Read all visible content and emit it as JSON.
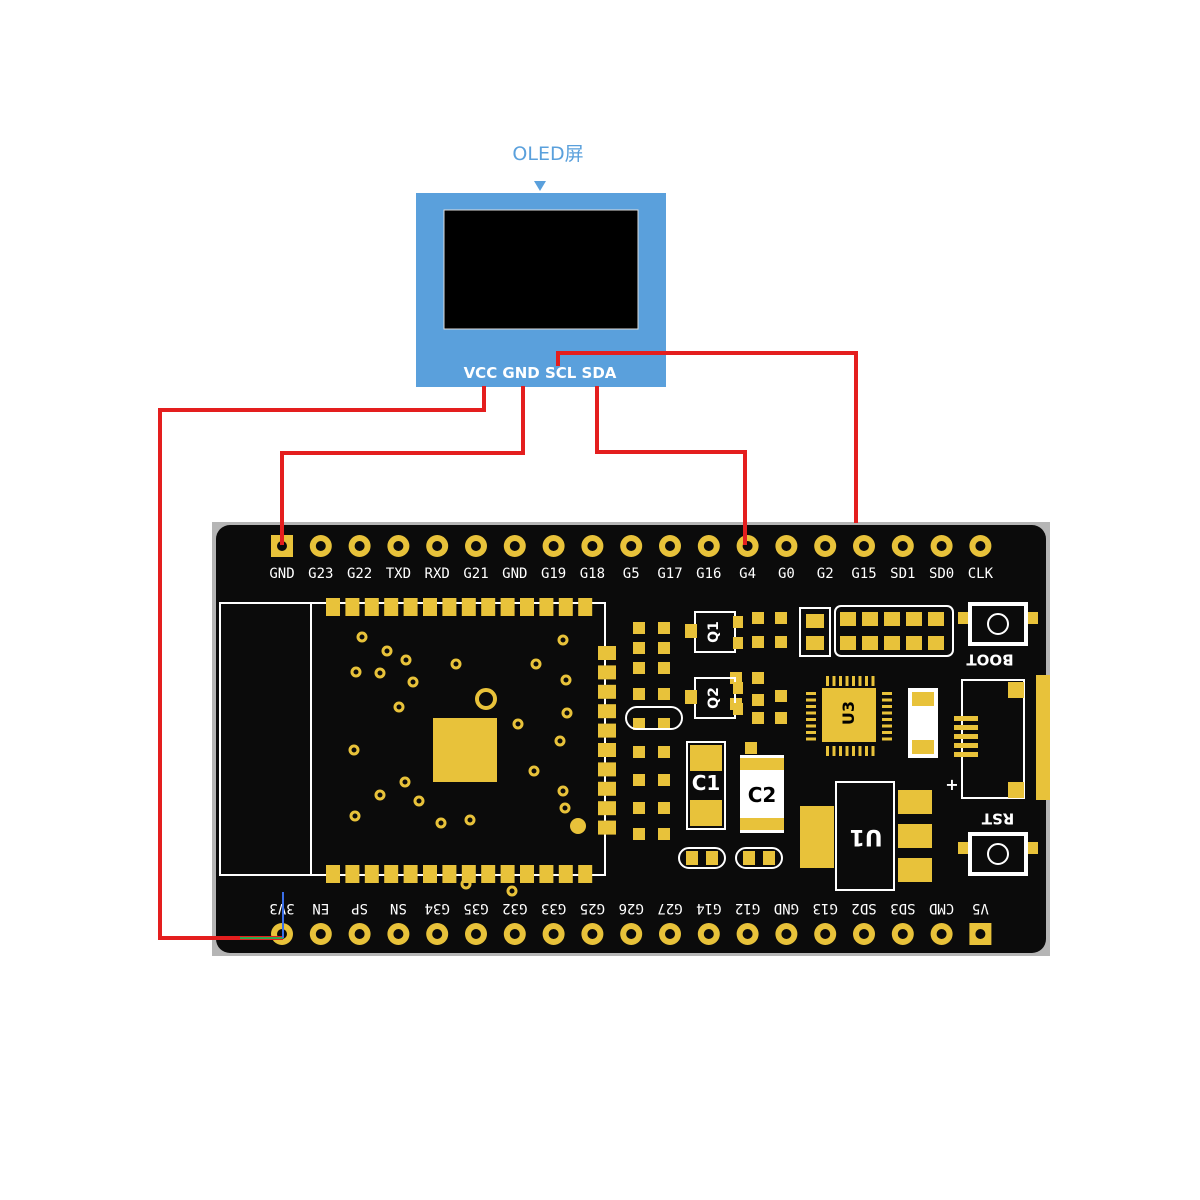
{
  "oled": {
    "title": "OLED屏",
    "pins_label": "VCC GND SCL SDA"
  },
  "board": {
    "top_pins": [
      "GND",
      "G23",
      "G22",
      "TXD",
      "RXD",
      "G21",
      "GND",
      "G19",
      "G18",
      "G5",
      "G17",
      "G16",
      "G4",
      "G0",
      "G2",
      "G15",
      "SD1",
      "SD0",
      "CLK"
    ],
    "bottom_pins": [
      "3V3",
      "EN",
      "SP",
      "SN",
      "G34",
      "G35",
      "G32",
      "G33",
      "G25",
      "G26",
      "G27",
      "G14",
      "G12",
      "GND",
      "G13",
      "SD2",
      "SD3",
      "CMD",
      "V5"
    ],
    "labels": {
      "boot": "BOOT",
      "rst": "RST",
      "c1": "C1",
      "c2": "C2",
      "u1": "U1",
      "u3": "U3",
      "q1": "Q1",
      "q2": "Q2",
      "plus": "+"
    }
  },
  "colors": {
    "wire": "#e41e1e",
    "board": "#0b0b0b",
    "gold": "#e8c23a",
    "oled_frame": "#5aa0dc",
    "oled_title": "#5aa0dc"
  }
}
